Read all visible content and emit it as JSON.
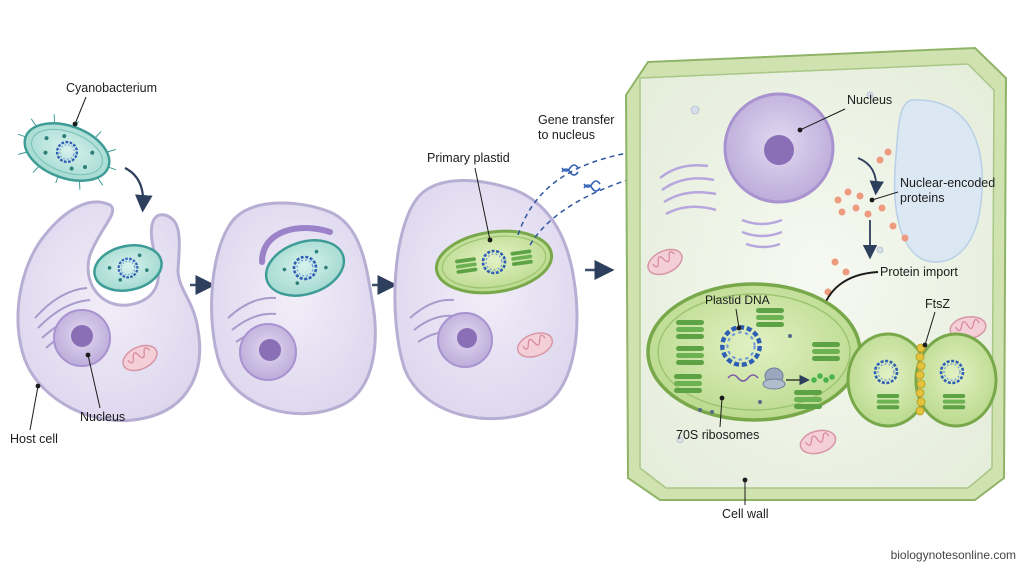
{
  "labels": {
    "cyanobacterium": "Cyanobacterium",
    "host_cell": "Host cell",
    "nucleus_left": "Nucleus",
    "primary_plastid": "Primary plastid",
    "gene_transfer_line1": "Gene transfer",
    "gene_transfer_line2": "to nucleus",
    "nucleus_right": "Nucleus",
    "nuclear_encoded_line1": "Nuclear-encoded",
    "nuclear_encoded_line2": "proteins",
    "protein_import": "Protein import",
    "plastid_dna": "Plastid DNA",
    "ftsz": "FtsZ",
    "ribosomes": "70S ribosomes",
    "cell_wall": "Cell wall"
  },
  "credit": "biologynotesonline.com",
  "colors": {
    "host_cytoplasm": "#e7e2f2",
    "host_membrane": "#b7aed3",
    "cyanobacterium_fill": "#bfe6df",
    "cyanobacterium_edge": "#3d9c95",
    "plastid_fill": "#cfe6a6",
    "plastid_edge": "#78a84a",
    "thylakoid": "#5ea246",
    "nucleus_fill": "#cdbfe3",
    "nucleolus": "#8a6fb6",
    "dna_blue": "#2f5fb4",
    "cell_wall": "#c7dca7",
    "vacuole": "#dbe8f4",
    "mitochondrion": "#f1c6cf",
    "protein_dots": "#ee9a7f",
    "ftsz_ring": "#e4c33c",
    "arrow": "#3b4e6b"
  }
}
